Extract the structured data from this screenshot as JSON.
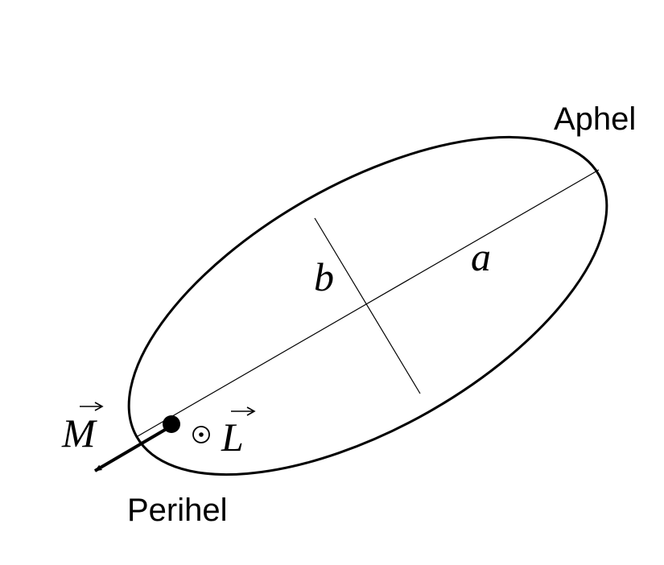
{
  "labels": {
    "aphel": "Aphel",
    "perihel": "Perihel",
    "semi_major": "a",
    "semi_minor": "b",
    "runge_lenz_vector": "M",
    "angular_momentum_vector": "L"
  },
  "colors": {
    "stroke": "#000000",
    "background": "#ffffff"
  },
  "icons": {
    "out_of_plane": "circled-dot-icon",
    "vector_arrow": "overarrow-icon"
  }
}
